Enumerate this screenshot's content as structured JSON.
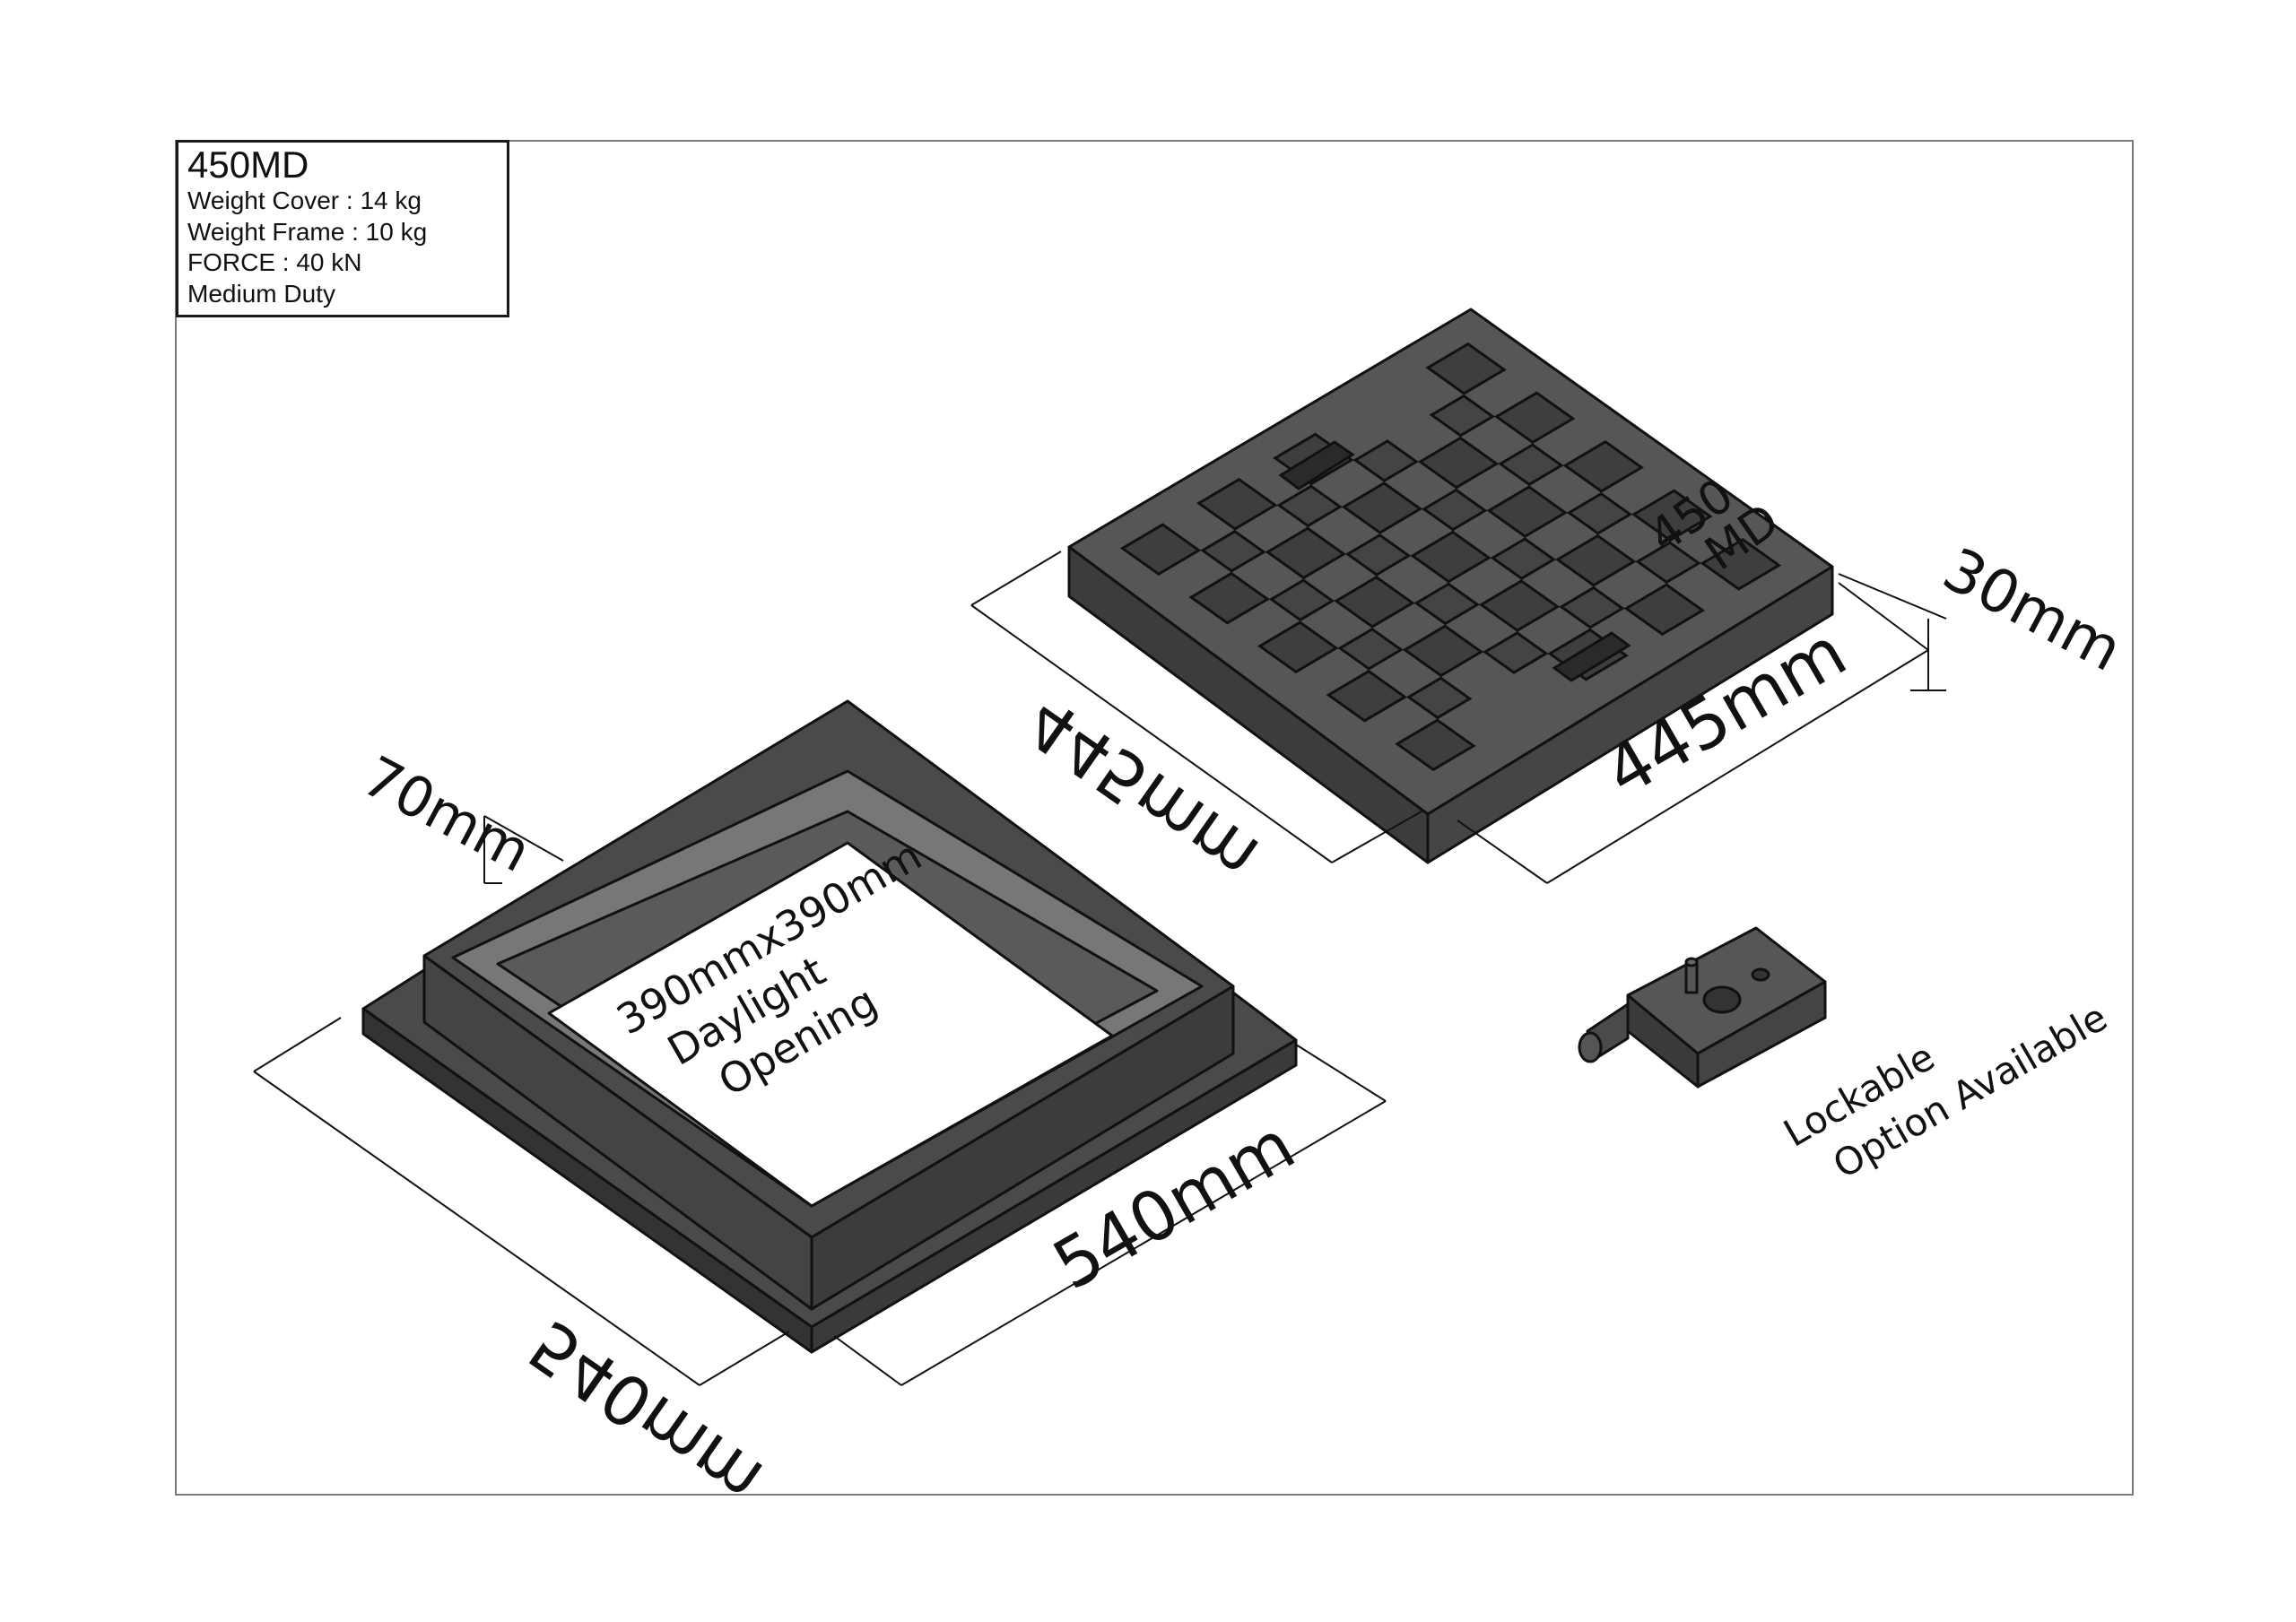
{
  "info_box": {
    "title": "450MD",
    "weight_cover": "Weight Cover : 14 kg",
    "weight_frame": "Weight Frame : 10 kg",
    "force": "FORCE : 40 kN",
    "duty": "Medium Duty"
  },
  "frame": {
    "height_label": "70mm",
    "width_label": "540mm",
    "depth_label": "540mm",
    "opening_line1": "390mmx390mm",
    "opening_line2": "Daylight",
    "opening_line3": "Opening"
  },
  "cover": {
    "width_label": "445mm",
    "depth_label": "445mm",
    "thickness_label": "30mm",
    "marking_line1": "450",
    "marking_line2": "MD"
  },
  "lock": {
    "line1": "Lockable",
    "line2": "Option Available"
  },
  "colors": {
    "cover_top": "#565656",
    "cover_side_dark": "#3c3c3c",
    "frame_top": "#4a4a4a",
    "frame_inner": "#777777",
    "line": "#111111",
    "border": "#7a7a7a"
  }
}
